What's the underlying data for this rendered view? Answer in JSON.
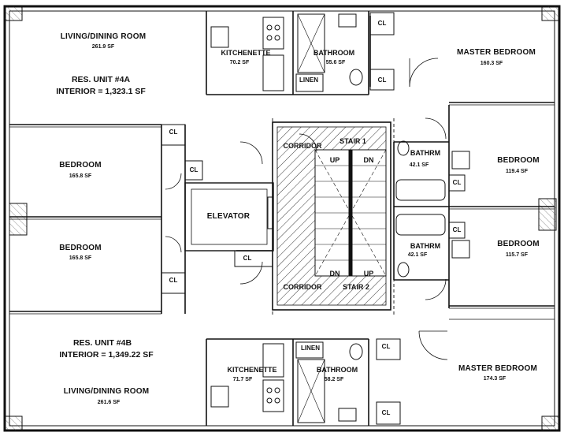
{
  "rooms": {
    "living_dining_a": {
      "name": "LIVING/DINING ROOM",
      "area": "261.9 SF"
    },
    "unit_a": {
      "title": "RES. UNIT #4A",
      "interior": "INTERIOR = 1,323.1 SF"
    },
    "kitchenette_a": {
      "name": "KITCHENETTE",
      "area": "70.2 SF"
    },
    "bathroom_a": {
      "name": "BATHROOM",
      "area": "55.6 SF"
    },
    "linen_a": {
      "name": "LINEN"
    },
    "master_bedroom_a": {
      "name": "MASTER BEDROOM",
      "area": "160.3 SF"
    },
    "bedroom_a_left": {
      "name": "BEDROOM",
      "area": "165.8 SF"
    },
    "bedroom_b_left": {
      "name": "BEDROOM",
      "area": "165.8 SF"
    },
    "elevator": {
      "name": "ELEVATOR"
    },
    "corridor_top": {
      "name": "CORRIDOR"
    },
    "corridor_bottom": {
      "name": "CORRIDOR"
    },
    "stair_1": {
      "name": "STAIR 1",
      "up": "UP",
      "dn": "DN"
    },
    "stair_2": {
      "name": "STAIR 2",
      "up": "UP",
      "dn": "DN"
    },
    "bathrm_a_right": {
      "name": "BATHRM",
      "area": "42.1 SF"
    },
    "bathrm_b_right": {
      "name": "BATHRM",
      "area": "42.1 SF"
    },
    "bedroom_a_right": {
      "name": "BEDROOM",
      "area": "119.4 SF"
    },
    "bedroom_b_right": {
      "name": "BEDROOM",
      "area": "115.7 SF"
    },
    "unit_b": {
      "title": "RES. UNIT #4B",
      "interior": "INTERIOR = 1,349.22 SF"
    },
    "living_dining_b": {
      "name": "LIVING/DINING ROOM",
      "area": "261.6 SF"
    },
    "kitchenette_b": {
      "name": "KITCHENETTE",
      "area": "71.7 SF"
    },
    "bathroom_b": {
      "name": "BATHROOM",
      "area": "58.2 SF"
    },
    "linen_b": {
      "name": "LINEN"
    },
    "master_bedroom_b": {
      "name": "MASTER BEDROOM",
      "area": "174.3 SF"
    }
  },
  "closet_label": "CL",
  "colors": {
    "line": "#111111",
    "background": "#ffffff"
  }
}
